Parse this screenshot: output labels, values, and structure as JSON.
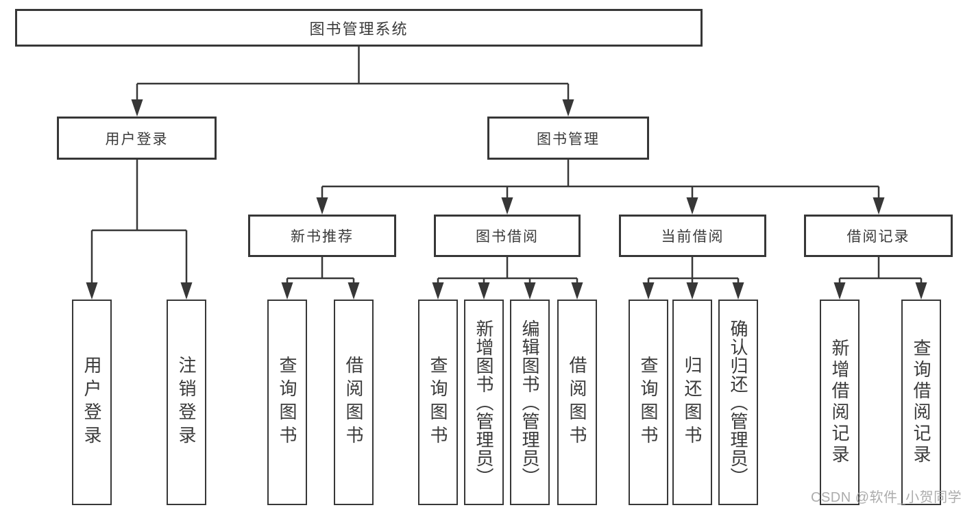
{
  "tree": {
    "label": "图书管理系统",
    "children": [
      {
        "label": "用户登录",
        "children": [
          {
            "label": "用户登录"
          },
          {
            "label": "注销登录"
          }
        ]
      },
      {
        "label": "图书管理",
        "children": [
          {
            "label": "新书推荐",
            "children": [
              {
                "label": "查询图书"
              },
              {
                "label": "借阅图书"
              }
            ]
          },
          {
            "label": "图书借阅",
            "children": [
              {
                "label": "查询图书"
              },
              {
                "label": "新增图书（管理员）"
              },
              {
                "label": "编辑图书（管理员）"
              },
              {
                "label": "借阅图书"
              }
            ]
          },
          {
            "label": "当前借阅",
            "children": [
              {
                "label": "查询图书"
              },
              {
                "label": "归还图书"
              },
              {
                "label": "确认归还（管理员）"
              }
            ]
          },
          {
            "label": "借阅记录",
            "children": [
              {
                "label": "新增借阅记录"
              },
              {
                "label": "查询借阅记录"
              }
            ]
          }
        ]
      }
    ]
  },
  "watermark": "CSDN @软件_小贺同学",
  "colors": {
    "line": "#373737",
    "text": "#3a3a3a",
    "box_background": "#ffffff",
    "watermark": "#a5a5a5"
  }
}
